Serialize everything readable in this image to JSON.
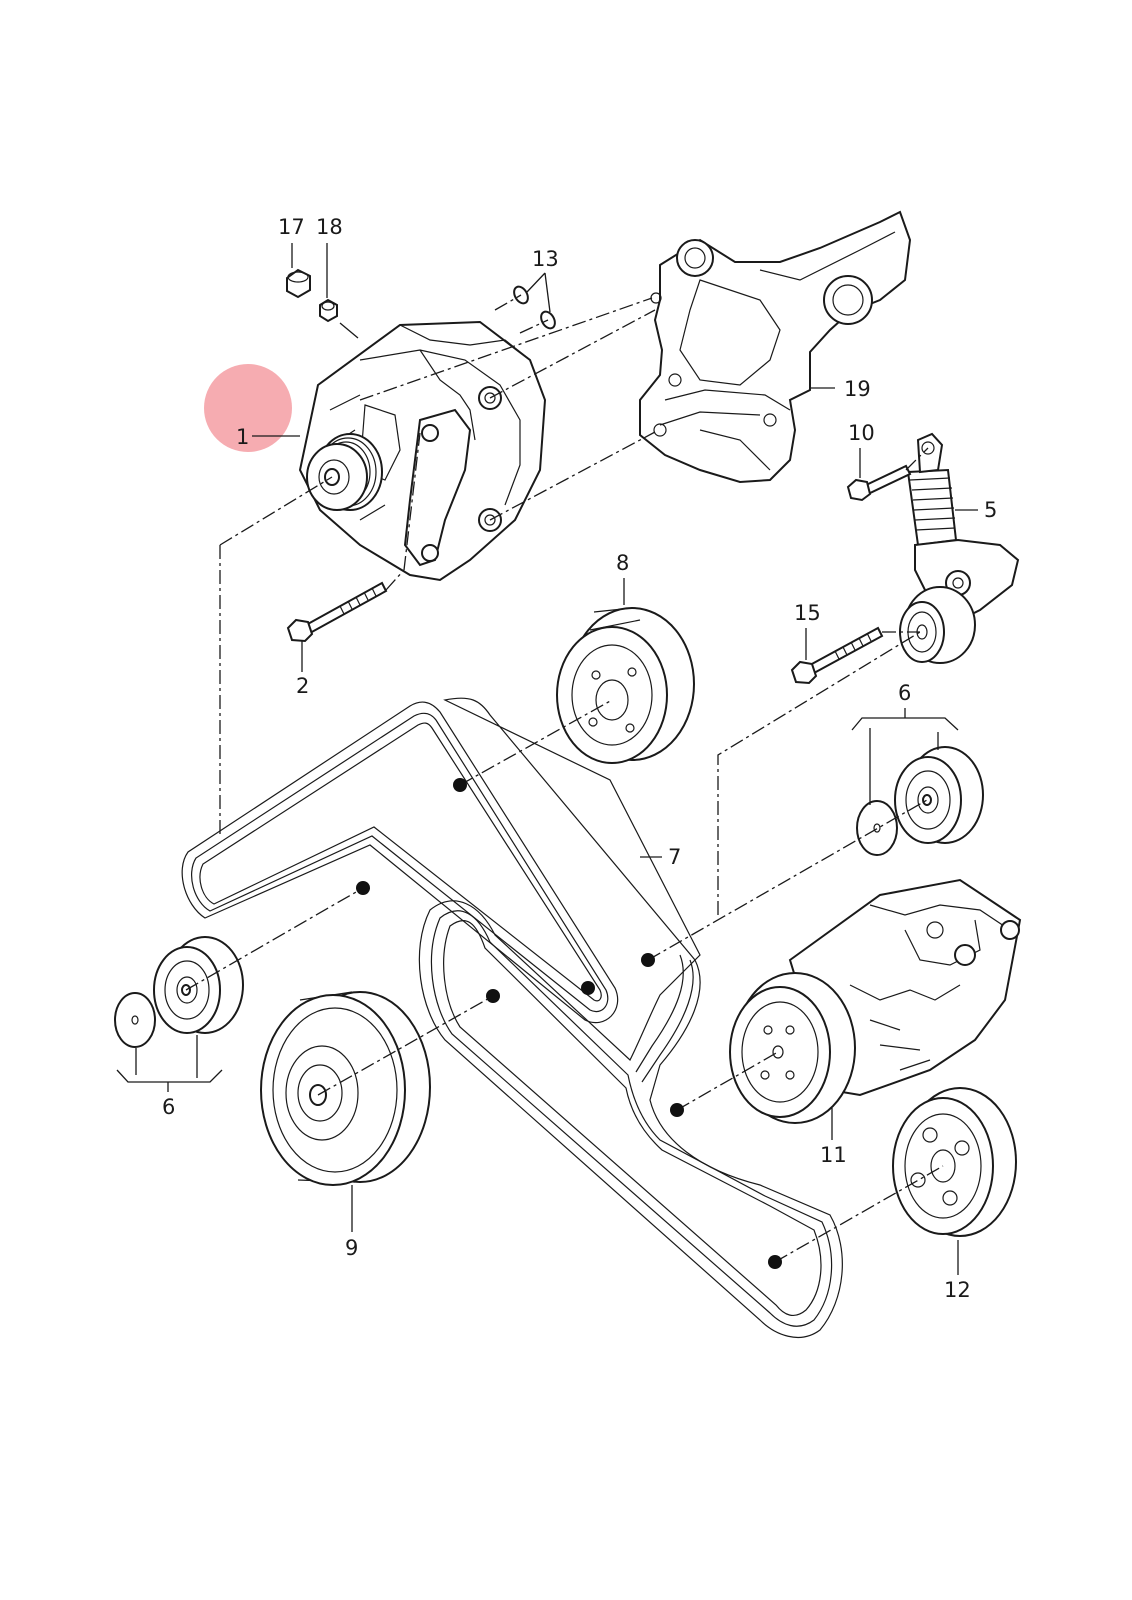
{
  "diagram": {
    "type": "exploded-parts-diagram",
    "highlight_color": "#f5a3a8",
    "line_color": "#1a1a1a",
    "callouts": [
      {
        "id": "c1",
        "label": "1"
      },
      {
        "id": "c2",
        "label": "2"
      },
      {
        "id": "c5",
        "label": "5"
      },
      {
        "id": "c6a",
        "label": "6"
      },
      {
        "id": "c6b",
        "label": "6"
      },
      {
        "id": "c7",
        "label": "7"
      },
      {
        "id": "c8",
        "label": "8"
      },
      {
        "id": "c9",
        "label": "9"
      },
      {
        "id": "c10",
        "label": "10"
      },
      {
        "id": "c11",
        "label": "11"
      },
      {
        "id": "c12",
        "label": "12"
      },
      {
        "id": "c13",
        "label": "13"
      },
      {
        "id": "c15",
        "label": "15"
      },
      {
        "id": "c17",
        "label": "17"
      },
      {
        "id": "c18",
        "label": "18"
      },
      {
        "id": "c19",
        "label": "19"
      }
    ]
  }
}
